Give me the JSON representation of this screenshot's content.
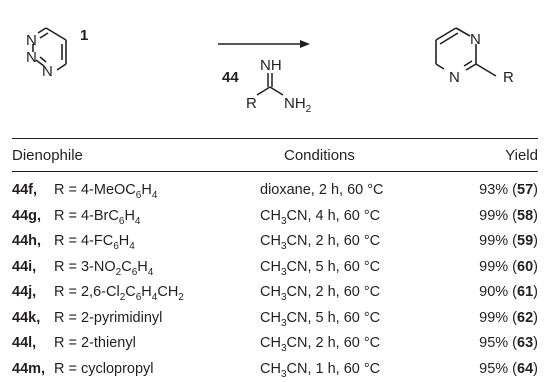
{
  "scheme": {
    "reactant_id": "1",
    "reagent_id": "44",
    "amidine": {
      "nh": "NH",
      "nh2_base": "NH",
      "nh2_sub": "2",
      "r": "R"
    },
    "reactant_atoms": [
      "N",
      "N",
      "N"
    ],
    "product_atoms": {
      "n1": "N",
      "n2": "N",
      "r": "R"
    }
  },
  "table": {
    "headers": {
      "dienophile": "Dienophile",
      "conditions": "Conditions",
      "yield": "Yield"
    },
    "rows": [
      {
        "id": "44f",
        "r": "R = 4-MeOC",
        "r_sub": "6",
        "r_tail": "H",
        "r_sub2": "4",
        "cond_a": "dioxane, 2 h, 60 °C",
        "yield": "93%",
        "product": "57"
      },
      {
        "id": "44g",
        "r": "R = 4-BrC",
        "r_sub": "6",
        "r_tail": "H",
        "r_sub2": "4",
        "cond_a": "CH",
        "cond_sub": "3",
        "cond_b": "CN, 4 h, 60 °C",
        "yield": "99%",
        "product": "58"
      },
      {
        "id": "44h",
        "r": "R = 4-FC",
        "r_sub": "6",
        "r_tail": "H",
        "r_sub2": "4",
        "cond_a": "CH",
        "cond_sub": "3",
        "cond_b": "CN, 2 h, 60 °C",
        "yield": "99%",
        "product": "59"
      },
      {
        "id": "44i",
        "r": "R = 3-NO",
        "r_sub": "2",
        "r_tail": "C",
        "r_sub2": "6",
        "r_tail2": "H",
        "r_sub3": "4",
        "cond_a": "CH",
        "cond_sub": "3",
        "cond_b": "CN, 5 h, 60 °C",
        "yield": "99%",
        "product": "60"
      },
      {
        "id": "44j",
        "r": "R = 2,6-Cl",
        "r_sub": "2",
        "r_tail": "C",
        "r_sub2": "6",
        "r_tail2": "H",
        "r_sub3": "4",
        "r_tail3": "CH",
        "r_sub4": "2",
        "cond_a": "CH",
        "cond_sub": "3",
        "cond_b": "CN, 2 h, 60 °C",
        "yield": "90%",
        "product": "61"
      },
      {
        "id": "44k",
        "r": "R = 2-pyrimidinyl",
        "cond_a": "CH",
        "cond_sub": "3",
        "cond_b": "CN, 5 h, 60 °C",
        "yield": "99%",
        "product": "62"
      },
      {
        "id": "44l",
        "r": "R = 2-thienyl",
        "cond_a": "CH",
        "cond_sub": "3",
        "cond_b": "CN, 2 h, 60 °C",
        "yield": "95%",
        "product": "63"
      },
      {
        "id": "44m",
        "r": "R = cyclopropyl",
        "cond_a": "CH",
        "cond_sub": "3",
        "cond_b": "CN, 1 h, 60 °C",
        "yield": "95%",
        "product": "64"
      }
    ]
  }
}
